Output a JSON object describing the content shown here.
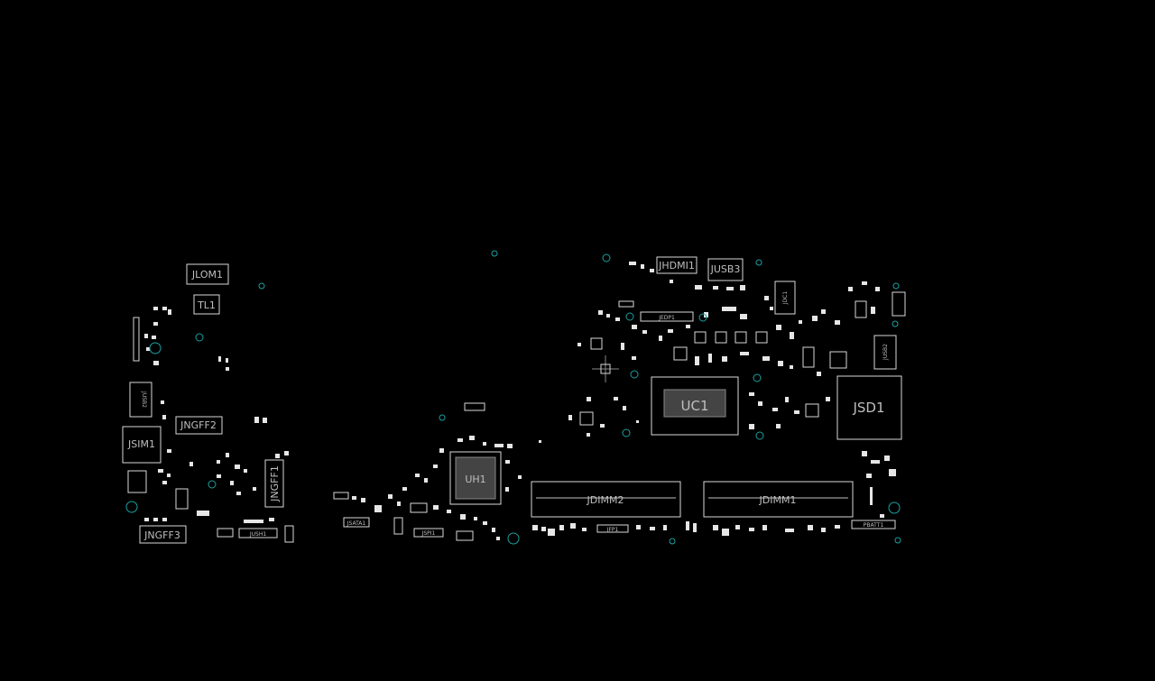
{
  "viewer": {
    "background": "#000000",
    "outline_color": "#d9d9d9",
    "via_color": "#1aa0a0"
  },
  "components": {
    "jlom1": "JLOM1",
    "tl1": "TL1",
    "jusb2_left": "JUSB2",
    "jngff2": "JNGFF2",
    "jsim1": "JSIM1",
    "jngff1": "JNGFF1",
    "jngff3": "JNGFF3",
    "jush1": "JUSH1",
    "jsata1": "JSATA1",
    "jspi1": "JSPI1",
    "uh1": "UH1",
    "jdimm2": "JDIMM2",
    "jdimm1": "JDIMM1",
    "jhdmi1": "JHDMI1",
    "jusb3": "JUSB3",
    "jedp1": "JEDP1",
    "uc1": "UC1",
    "jsd1": "JSD1",
    "jusb2_right": "JUSB2",
    "pbatt1": "PBATT1",
    "jfp1": "JFP1",
    "jdc1": "JDC1"
  }
}
